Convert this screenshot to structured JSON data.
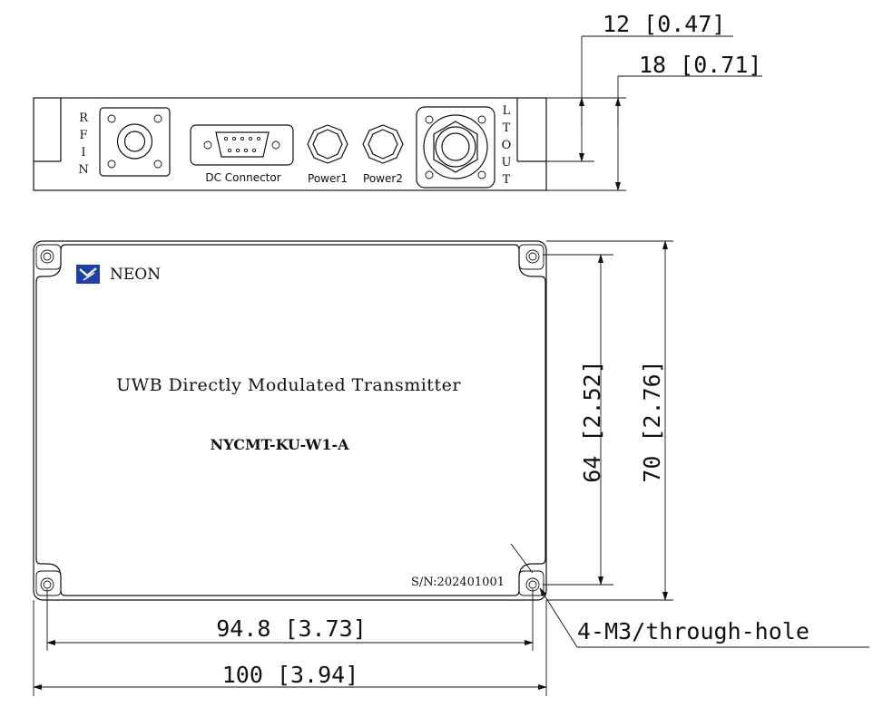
{
  "front_panel": {
    "rf_in_label": [
      "R",
      "F",
      "I",
      "N"
    ],
    "lt_out_label": [
      "L",
      "T",
      "O",
      "U",
      "T"
    ],
    "dc_connector_label": "DC Connector",
    "power1_label": "Power1",
    "power2_label": "Power2"
  },
  "top_view": {
    "brand": "NEON",
    "product_title": "UWB Directly Modulated Transmitter",
    "model": "NYCMT-KU-W1-A",
    "serial": "S/N:202401001"
  },
  "dimensions": {
    "depth_flange": "12 [0.47]",
    "depth_total": "18 [0.71]",
    "height_holes": "64 [2.52]",
    "height_total": "70 [2.76]",
    "width_holes": "94.8 [3.73]",
    "width_total": "100 [3.94]",
    "hole_note": "4-M3/through-hole"
  },
  "colors": {
    "line": "#111111",
    "logo_blue": "#1f3fa8"
  }
}
